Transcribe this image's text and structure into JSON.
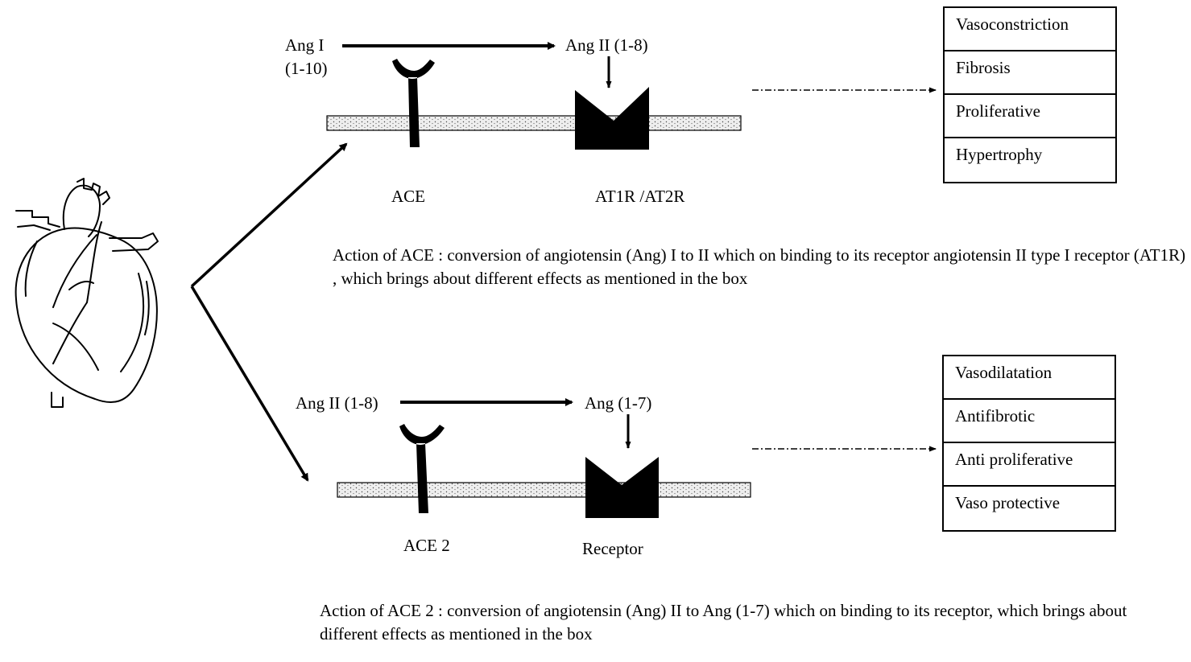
{
  "top_pathway": {
    "substrate_line1": "Ang I",
    "substrate_line2": "(1-10)",
    "product": "Ang II (1-8)",
    "enzyme_label": "ACE",
    "receptor_label": "AT1R /AT2R",
    "caption": "Action of ACE : conversion of angiotensin (Ang) I to II which on binding to its receptor angiotensin II type I receptor (AT1R) , which brings about different effects as mentioned in the box",
    "effects": [
      "Vasoconstriction",
      "Fibrosis",
      "Proliferative",
      "Hypertrophy"
    ]
  },
  "bottom_pathway": {
    "substrate": "Ang II (1-8)",
    "product": "Ang (1-7)",
    "enzyme_label": "ACE 2",
    "receptor_label": "Receptor",
    "caption": "Action of ACE 2 : conversion of angiotensin (Ang) II to Ang (1-7) which on binding to its receptor, which brings about different effects as mentioned in the box",
    "effects": [
      "Vasodilatation",
      "Antifibrotic",
      "Anti proliferative",
      "Vaso protective"
    ]
  },
  "icons": {
    "heart": "heart-sketch-icon",
    "enzyme": "y-shaped-enzyme-icon",
    "receptor": "m-shaped-receptor-icon"
  },
  "colors": {
    "ink": "#000000",
    "membrane_fill": "#eeeeee",
    "background": "#ffffff"
  }
}
